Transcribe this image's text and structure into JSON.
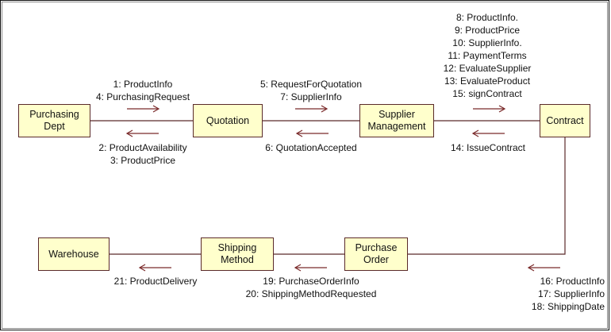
{
  "colors": {
    "box_fill": "#ffffcc",
    "box_border": "#5a2a2a",
    "link": "#5a2a2a",
    "arrow": "#7a2a2a"
  },
  "nodes": {
    "purchasing_dept": "Purchasing Dept",
    "quotation": "Quotation",
    "supplier_management": "Supplier Management",
    "contract": "Contract",
    "warehouse": "Warehouse",
    "shipping_method": "Shipping Method",
    "purchase_order": "Purchase Order"
  },
  "messages": {
    "purchasing_to_quotation": [
      "1: ProductInfo",
      "4: PurchasingRequest"
    ],
    "quotation_to_purchasing": [
      "2: ProductAvailability",
      "3: ProductPrice"
    ],
    "quotation_to_supplier": [
      "5: RequestForQuotation",
      "7: SupplierInfo"
    ],
    "supplier_to_quotation": [
      "6: QuotationAccepted"
    ],
    "supplier_to_contract": [
      "8: ProductInfo.",
      "9: ProductPrice",
      "10: SupplierInfo.",
      "11: PaymentTerms",
      "12: EvaluateSupplier",
      "13: EvaluateProduct",
      "15: signContract"
    ],
    "contract_to_supplier": [
      "14: IssueContract"
    ],
    "contract_to_purchase_order": [
      "16: ProductInfo",
      "17: SupplierInfo",
      "18: ShippingDate"
    ],
    "purchase_order_to_shipping": [
      "19: PurchaseOrderInfo",
      "20: ShippingMethodRequested"
    ],
    "shipping_to_warehouse": [
      "21: ProductDelivery"
    ]
  }
}
